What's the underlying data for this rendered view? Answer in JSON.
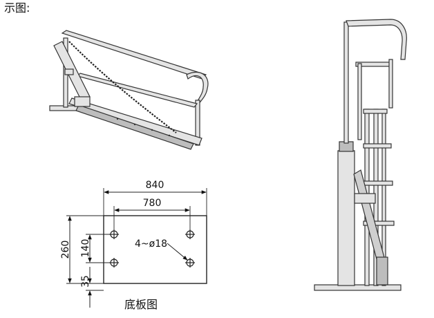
{
  "captions": {
    "title": "示图:",
    "baseplate": "底板图"
  },
  "dimensions": {
    "overall_width": "840",
    "hole_spacing_width": "780",
    "overall_height": "260",
    "hole_spacing_height": "140",
    "edge_offset": "35",
    "holes": "4~ø18"
  },
  "colors": {
    "line": "#333333",
    "metal_fill": "#e4e4e4",
    "shadow_fill": "#bdbdbd"
  }
}
